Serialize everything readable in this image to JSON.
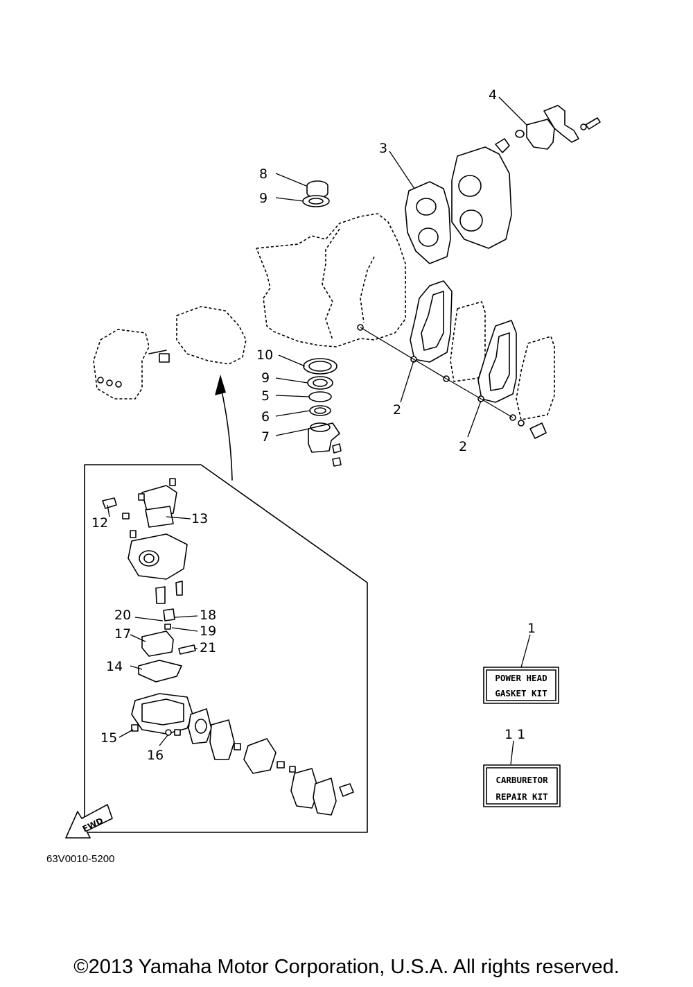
{
  "callouts": {
    "c1": "1",
    "c2a": "2",
    "c2b": "2",
    "c3": "3",
    "c4": "4",
    "c5": "5",
    "c6": "6",
    "c7": "7",
    "c8": "8",
    "c9a": "9",
    "c9b": "9",
    "c10": "10",
    "c11": "1 1",
    "c12": "12",
    "c13": "13",
    "c14": "14",
    "c15": "15",
    "c16": "16",
    "c17": "17",
    "c18": "18",
    "c19": "19",
    "c20": "20",
    "c21": "21"
  },
  "kits": {
    "power_head": {
      "line1": "POWER HEAD",
      "line2": "GASKET KIT"
    },
    "carburetor": {
      "line1": "CARBURETOR",
      "line2": "REPAIR KIT"
    }
  },
  "fwd_label": "FWD",
  "diagram_code": "63V0010-5200",
  "copyright": "©2013 Yamaha Motor Corporation, U.S.A. All rights reserved."
}
